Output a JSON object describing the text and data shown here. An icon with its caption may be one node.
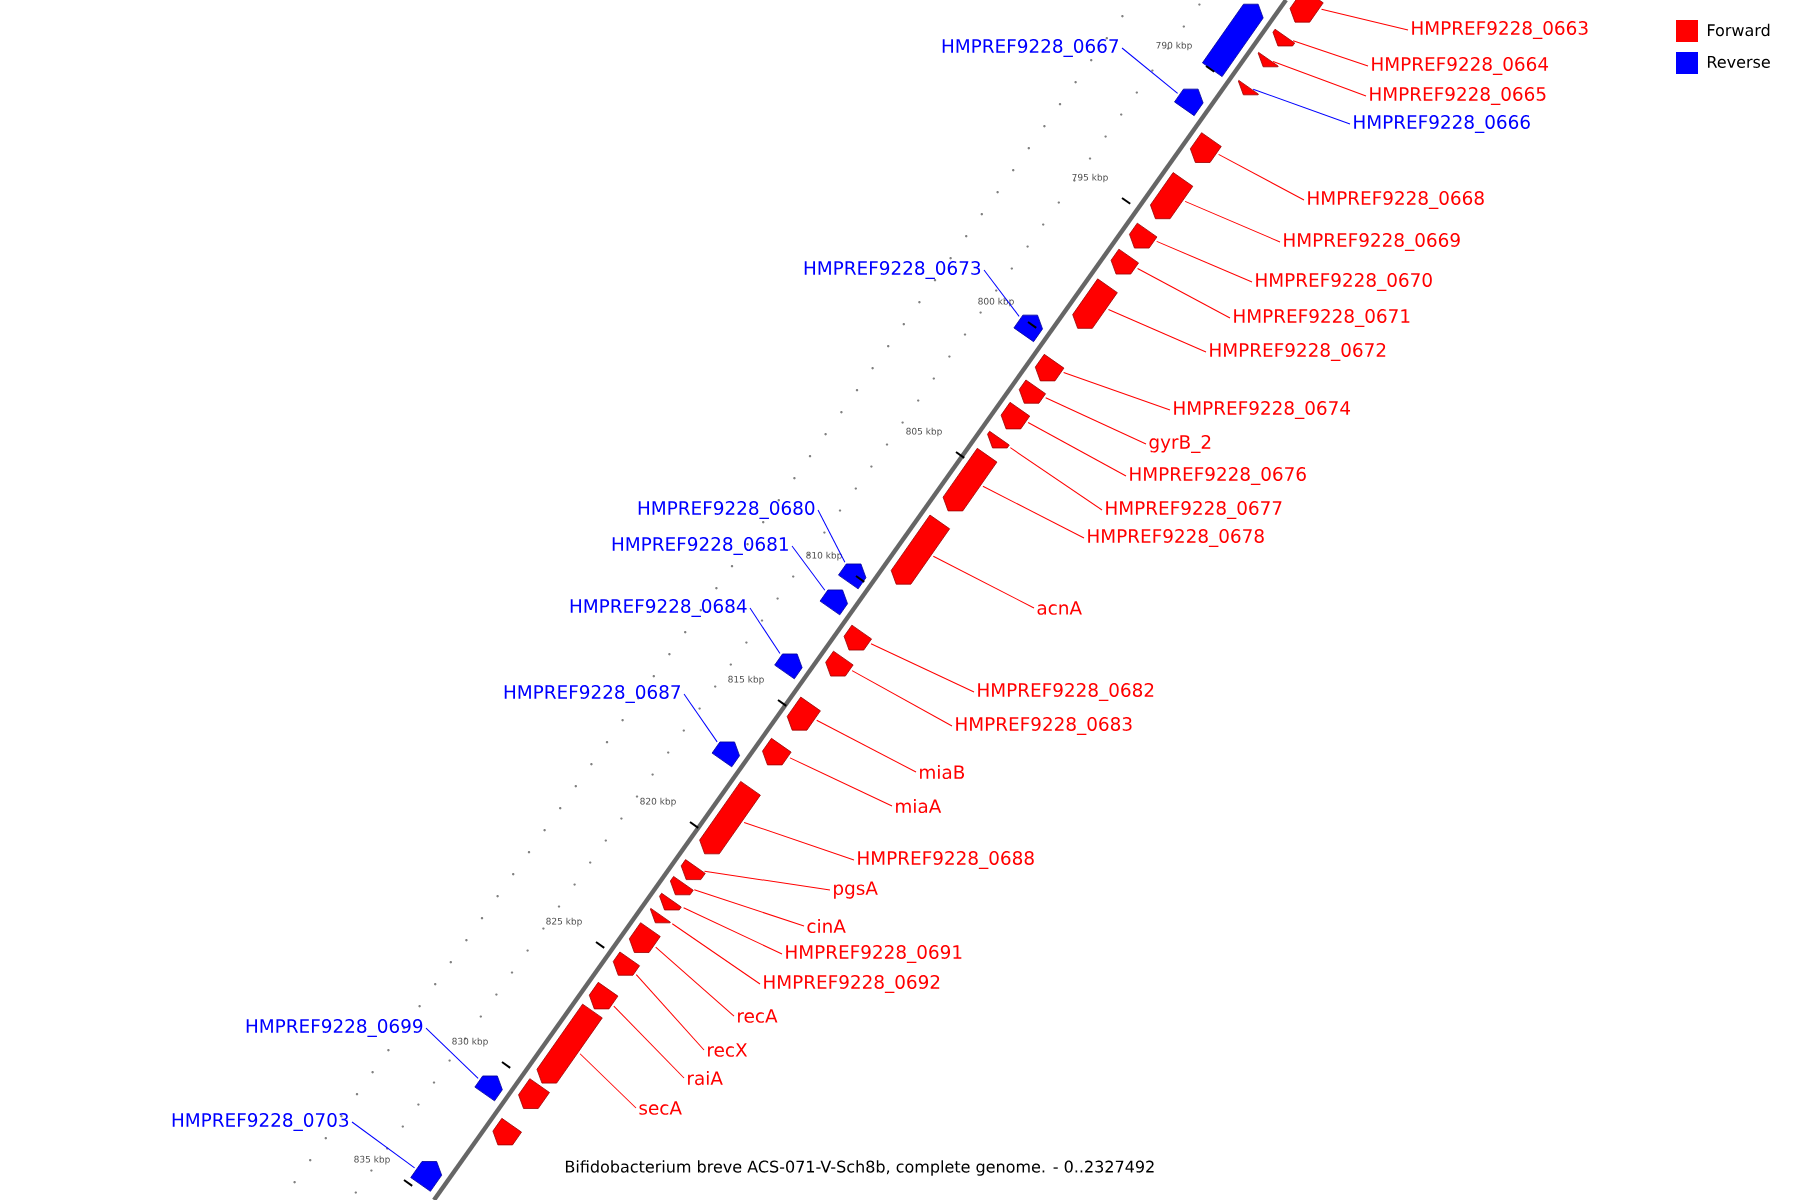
{
  "diagram": {
    "caption": "Bifidobacterium breve ACS-071-V-Sch8b, complete genome. - 0..2327492",
    "nodes": [
      {
        "text": [
          "HMPREF9228_0663"
        ]
      },
      {
        "text": [],
        "shape": "arrow"
      },
      {
        "text": [
          "HMPREF9228_0664"
        ]
      },
      {
        "text": [],
        "shape": "arrow"
      },
      {
        "text": [
          "HMPREF9228_0665"
        ]
      },
      {
        "text": [],
        "shape": "arrow"
      },
      {
        "text": [
          "HMPREF9228_0666"
        ]
      },
      {
        "text": [],
        "shape": "arrow"
      },
      {
        "text": [],
        "shape": "arrow"
      },
      {
        "text": [
          "HMPREF9228_0667"
        ]
      },
      {
        "text": [],
        "shape": "arrow"
      },
      {
        "text": [
          "HMPREF9228_0668"
        ]
      },
      {
        "text": [],
        "shape": "arrow"
      },
      {
        "text": [
          "HMPREF9228_0669"
        ]
      },
      {
        "text": [],
        "shape": "arrow"
      },
      {
        "text": [
          "HMPREF9228_0670"
        ]
      },
      {
        "text": [],
        "shape": "arrow"
      },
      {
        "text": [
          "HMPREF9228_0671"
        ]
      },
      {
        "text": [],
        "shape": "arrow"
      },
      {
        "text": [
          "HMPREF9228_0672"
        ]
      },
      {
        "text": [],
        "shape": "arrow"
      },
      {
        "text": [
          "HMPREF9228_0673"
        ]
      },
      {
        "text": [],
        "shape": "arrow"
      },
      {
        "text": [
          "HMPREF9228_0674"
        ]
      },
      {
        "text": [],
        "shape": "arrow"
      },
      {
        "text": [
          "gyrB_2"
        ]
      },
      {
        "text": [],
        "shape": "arrow"
      },
      {
        "text": [
          "HMPREF9228_0676"
        ]
      },
      {
        "text": [],
        "shape": "arrow"
      },
      {
        "text": [
          "HMPREF9228_0677"
        ]
      },
      {
        "text": [],
        "shape": "arrow"
      },
      {
        "text": [
          "HMPREF9228_0678"
        ]
      },
      {
        "text": [],
        "shape": "arrow"
      },
      {
        "text": [
          "acnA"
        ]
      },
      {
        "text": [],
        "shape": "arrow"
      },
      {
        "text": [
          "HMPREF9228_0680"
        ]
      },
      {
        "text": [],
        "shape": "arrow"
      },
      {
        "text": [
          "HMPREF9228_0681"
        ]
      },
      {
        "text": [],
        "shape": "arrow"
      },
      {
        "text": [
          "HMPREF9228_0682"
        ]
      },
      {
        "text": [],
        "shape": "arrow"
      },
      {
        "text": [
          "HMPREF9228_0683"
        ]
      },
      {
        "text": [],
        "shape": "arrow"
      },
      {
        "text": [
          "HMPREF9228_0684"
        ]
      },
      {
        "text": [],
        "shape": "arrow"
      },
      {
        "text": [
          "HMPREF9228_0687"
        ]
      },
      {
        "text": [],
        "shape": "arrow"
      },
      {
        "text": [
          "miaB"
        ]
      },
      {
        "text": [],
        "shape": "arrow"
      },
      {
        "text": [
          "miaA"
        ]
      },
      {
        "text": [],
        "shape": "arrow"
      },
      {
        "text": [
          "HMPREF9228_0688"
        ]
      },
      {
        "text": [],
        "shape": "arrow"
      },
      {
        "text": [
          "pgsA"
        ]
      },
      {
        "text": [],
        "shape": "arrow"
      },
      {
        "text": [
          "cinA"
        ]
      },
      {
        "text": [],
        "shape": "arrow"
      },
      {
        "text": [
          "HMPREF9228_0691"
        ]
      },
      {
        "text": [],
        "shape": "arrow"
      },
      {
        "text": [
          "HMPREF9228_0692"
        ]
      },
      {
        "text": [],
        "shape": "arrow"
      },
      {
        "text": [
          "recA"
        ]
      },
      {
        "text": [],
        "shape": "arrow"
      },
      {
        "text": [
          "recX"
        ]
      },
      {
        "text": [],
        "shape": "arrow"
      },
      {
        "text": [
          "raiA"
        ]
      },
      {
        "text": [],
        "shape": "arrow"
      },
      {
        "text": [
          "secA"
        ]
      },
      {
        "text": [],
        "shape": "arrow"
      },
      {
        "text": [
          "HMPREF9228_0699"
        ]
      },
      {
        "text": [],
        "shape": "arrow"
      },
      {
        "text": [],
        "shape": "arrow"
      },
      {
        "text": [],
        "shape": "arrow"
      },
      {
        "text": [
          "HMPREF9228_0703"
        ]
      },
      {
        "text": [],
        "shape": "arrow"
      }
    ],
    "edges": [
      {
        "from": 0,
        "to": 1,
        "arrow": "none"
      },
      {
        "from": 2,
        "to": 3,
        "arrow": "none"
      },
      {
        "from": 4,
        "to": 5,
        "arrow": "none"
      },
      {
        "from": 6,
        "to": 7,
        "arrow": "none",
        "color": "#0000ff"
      },
      {
        "from": 9,
        "to": 10,
        "arrow": "none",
        "color": "#0000ff"
      },
      {
        "from": 11,
        "to": 12,
        "arrow": "none"
      },
      {
        "from": 13,
        "to": 14,
        "arrow": "none"
      },
      {
        "from": 15,
        "to": 16,
        "arrow": "none"
      },
      {
        "from": 17,
        "to": 18,
        "arrow": "none"
      },
      {
        "from": 19,
        "to": 20,
        "arrow": "none"
      },
      {
        "from": 21,
        "to": 22,
        "arrow": "none",
        "color": "#0000ff"
      },
      {
        "from": 23,
        "to": 24,
        "arrow": "none"
      },
      {
        "from": 25,
        "to": 26,
        "arrow": "none"
      },
      {
        "from": 27,
        "to": 28,
        "arrow": "none"
      },
      {
        "from": 29,
        "to": 30,
        "arrow": "none"
      },
      {
        "from": 31,
        "to": 32,
        "arrow": "none"
      },
      {
        "from": 33,
        "to": 34,
        "arrow": "none"
      },
      {
        "from": 35,
        "to": 36,
        "arrow": "none",
        "color": "#0000ff"
      },
      {
        "from": 37,
        "to": 38,
        "arrow": "none",
        "color": "#0000ff"
      },
      {
        "from": 39,
        "to": 40,
        "arrow": "none"
      },
      {
        "from": 41,
        "to": 42,
        "arrow": "none"
      },
      {
        "from": 43,
        "to": 44,
        "arrow": "none",
        "color": "#0000ff"
      },
      {
        "from": 45,
        "to": 46,
        "arrow": "none",
        "color": "#0000ff"
      },
      {
        "from": 47,
        "to": 48,
        "arrow": "none"
      },
      {
        "from": 49,
        "to": 50,
        "arrow": "none"
      },
      {
        "from": 51,
        "to": 52,
        "arrow": "none"
      },
      {
        "from": 53,
        "to": 54,
        "arrow": "none"
      },
      {
        "from": 55,
        "to": 56,
        "arrow": "none"
      },
      {
        "from": 57,
        "to": 58,
        "arrow": "none"
      },
      {
        "from": 59,
        "to": 60,
        "arrow": "none"
      },
      {
        "from": 61,
        "to": 62,
        "arrow": "none"
      },
      {
        "from": 63,
        "to": 64,
        "arrow": "none"
      },
      {
        "from": 65,
        "to": 66,
        "arrow": "none"
      },
      {
        "from": 67,
        "to": 68,
        "arrow": "none"
      },
      {
        "from": 69,
        "to": 70,
        "arrow": "none",
        "color": "#0000ff"
      },
      {
        "from": 73,
        "to": 74,
        "arrow": "none",
        "color": "#0000ff"
      }
    ],
    "labels": [
      "790 kbp",
      "795 kbp",
      "800 kbp",
      "805 kbp",
      "810 kbp",
      "815 kbp",
      "820 kbp",
      "825 kbp",
      "830 kbp",
      "835 kbp"
    ],
    "legend": [
      {
        "text": "Forward",
        "color": "#ff0000"
      },
      {
        "text": "Reverse",
        "color": "#0000ff"
      }
    ]
  }
}
